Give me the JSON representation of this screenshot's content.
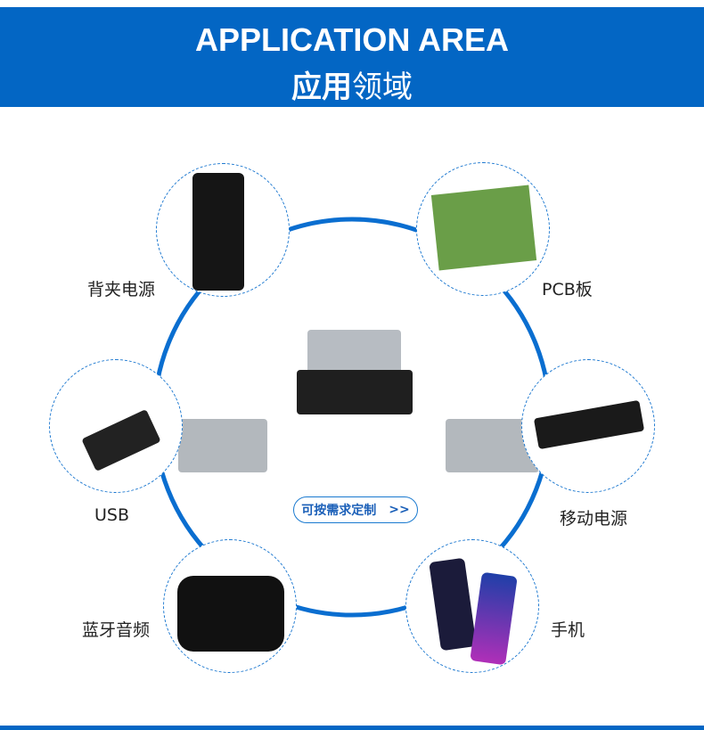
{
  "header": {
    "title_en": "APPLICATION AREA",
    "title_cn_bold": "应用",
    "title_cn_light": "领域"
  },
  "applications": [
    {
      "label": "背夹电源",
      "icon": "phone-back-clip-battery"
    },
    {
      "label": "PCB板",
      "icon": "pcb-board"
    },
    {
      "label": "USB",
      "icon": "usb-cable"
    },
    {
      "label": "移动电源",
      "icon": "power-bank"
    },
    {
      "label": "蓝牙音频",
      "icon": "bluetooth-audio"
    },
    {
      "label": "手机",
      "icon": "mobile-phone"
    }
  ],
  "cta": {
    "label": "可按需求定制",
    "arrow": ">>"
  },
  "colors": {
    "brand": "#0366c4"
  }
}
